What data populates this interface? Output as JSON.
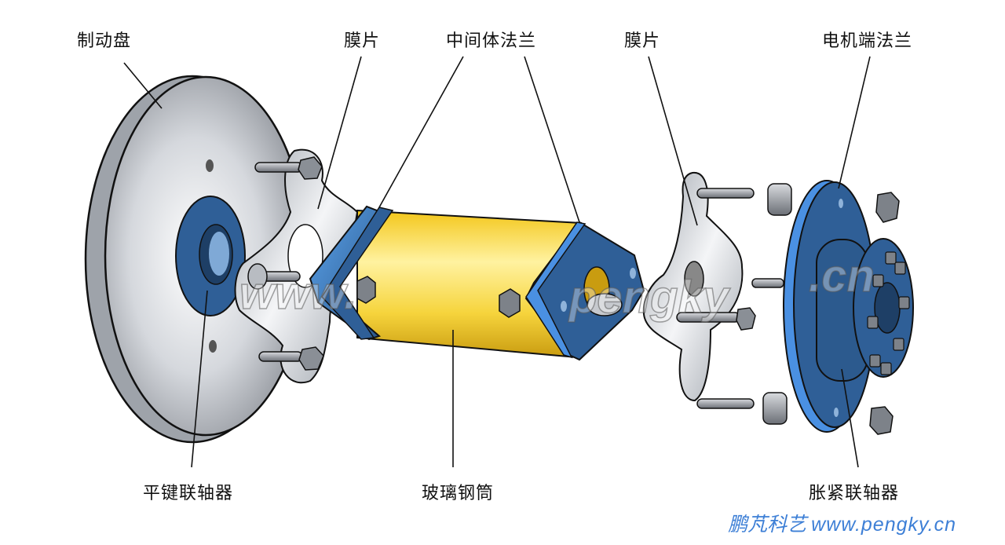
{
  "diagram": {
    "subject": "diaphragm coupling exploded view",
    "labels": {
      "brake_disc": "制动盘",
      "diaphragm_left": "膜片",
      "middle_flange": "中间体法兰",
      "diaphragm_right": "膜片",
      "motor_flange": "电机端法兰",
      "flat_key_coupling": "平键联轴器",
      "fiberglass_tube": "玻璃钢筒",
      "expansion_coupling": "胀紧联轴器"
    },
    "watermark": {
      "part1": "www.",
      "part2": "pengky",
      "part3": ".cn"
    },
    "brand": {
      "name": "鹏芃科艺",
      "url": "www.pengky.cn"
    },
    "colors": {
      "steel": "#c8cbd0",
      "blue_part": "#2f5f97",
      "blue_highlight": "#4a90e2",
      "tube_yellow": "#f5d33a",
      "brand_blue": "#3d7fd6"
    }
  }
}
